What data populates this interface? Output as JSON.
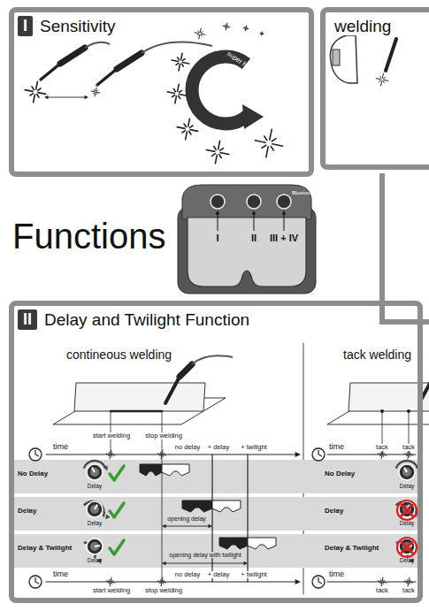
{
  "diagram": {
    "nodes": [
      {
        "text": [
          "I",
          "Sensitivity"
        ]
      },
      {
        "text": [
          "welding"
        ]
      },
      {
        "text": [
          "I",
          "II",
          "III + IV",
          "Bluetooth"
        ]
      },
      {
        "text": [
          "II",
          "Delay and Twilight Function"
        ]
      },
      {
        "text": [
          "No Delay",
          "Delay",
          "No Delay",
          "Delay"
        ],
        "in": 3
      },
      {
        "text": [
          "Delay",
          "Delay",
          "Delay",
          "Delay"
        ],
        "in": 3
      },
      {
        "text": [
          "Delay & Twilight",
          "Delay",
          "Delay & Twilight",
          "Delay"
        ],
        "in": 3
      }
    ],
    "labels": [
      "super high",
      "Functions",
      "contineous welding",
      "tack welding",
      "time",
      "start welding",
      "stop welding",
      "no delay",
      "+ delay",
      "+ twilight",
      "time",
      "tack",
      "tack",
      "opening delay",
      "opening delay with twilight",
      "time",
      "no delay",
      "+ delay",
      "+ twilight",
      "start welding",
      "stop welding",
      "time",
      "tack",
      "tack"
    ]
  }
}
